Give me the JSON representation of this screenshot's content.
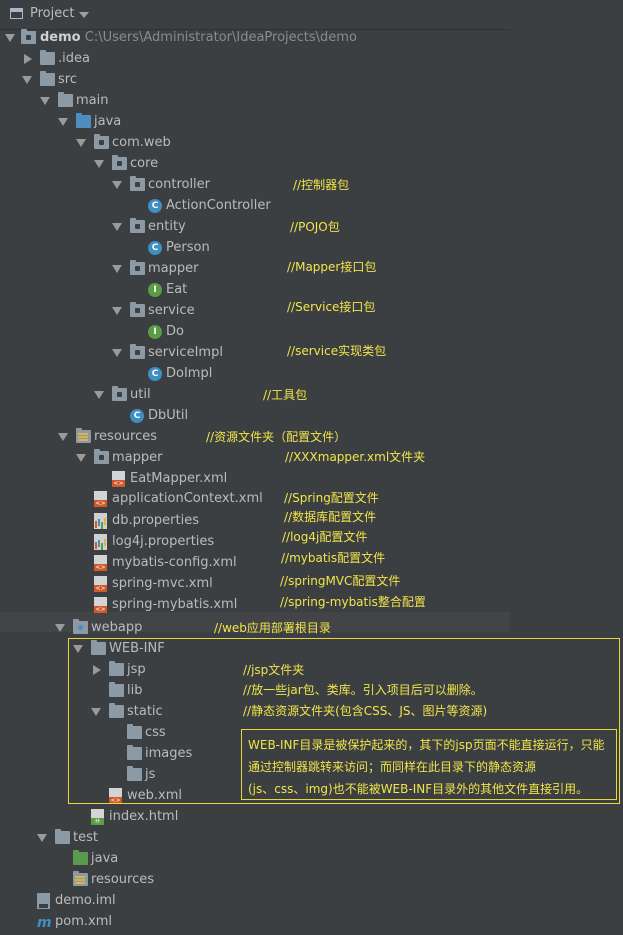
{
  "panel": {
    "title": "Project"
  },
  "tree": [
    {
      "label": "demo",
      "path": "C:\\Users\\Administrator\\IdeaProjects\\demo"
    },
    {
      "label": ".idea"
    },
    {
      "label": "src"
    },
    {
      "label": "main"
    },
    {
      "label": "java"
    },
    {
      "label": "com.web"
    },
    {
      "label": "core"
    },
    {
      "label": "controller"
    },
    {
      "label": "ActionController"
    },
    {
      "label": "entity"
    },
    {
      "label": "Person"
    },
    {
      "label": "mapper"
    },
    {
      "label": "Eat"
    },
    {
      "label": "service"
    },
    {
      "label": "Do"
    },
    {
      "label": "serviceImpl"
    },
    {
      "label": "DoImpl"
    },
    {
      "label": "util"
    },
    {
      "label": "DbUtil"
    },
    {
      "label": "resources"
    },
    {
      "label": "mapper"
    },
    {
      "label": "EatMapper.xml"
    },
    {
      "label": "applicationContext.xml"
    },
    {
      "label": "db.properties"
    },
    {
      "label": "log4j.properties"
    },
    {
      "label": "mybatis-config.xml"
    },
    {
      "label": "spring-mvc.xml"
    },
    {
      "label": "spring-mybatis.xml"
    },
    {
      "label": "webapp"
    },
    {
      "label": "WEB-INF"
    },
    {
      "label": "jsp"
    },
    {
      "label": "lib"
    },
    {
      "label": "static"
    },
    {
      "label": "css"
    },
    {
      "label": "images"
    },
    {
      "label": "js"
    },
    {
      "label": "web.xml"
    },
    {
      "label": "index.html"
    },
    {
      "label": "test"
    },
    {
      "label": "java"
    },
    {
      "label": "resources"
    },
    {
      "label": "demo.iml"
    },
    {
      "label": "pom.xml"
    }
  ],
  "notes": {
    "controller": "//控制器包",
    "entity": "//POJO包",
    "mapper": "//Mapper接口包",
    "service": "//Service接口包",
    "serviceImpl": "//service实现类包",
    "util": "//工具包",
    "resources": "//资源文件夹（配置文件）",
    "res_mapper": "//XXXmapper.xml文件夹",
    "appctx": "//Spring配置文件",
    "db": "//数据库配置文件",
    "log4j": "//log4j配置文件",
    "mybatis": "//mybatis配置文件",
    "springmvc": "//springMVC配置文件",
    "springmybatis": "//spring-mybatis整合配置",
    "webapp": "//web应用部署根目录",
    "jsp": "//jsp文件夹",
    "lib": "//放一些jar包、类库。引入项目后可以删除。",
    "static": "//静态资源文件夹(包含CSS、JS、图片等资源)"
  },
  "info": {
    "line1": "WEB-INF目录是被保护起来的，其下的jsp页面不能直接运行，只能",
    "line2": "通过控制器跳转来访问；而同样在此目录下的静态资源",
    "line3": "(js、css、img)也不能被WEB-INF目录外的其他文件直接引用。"
  }
}
